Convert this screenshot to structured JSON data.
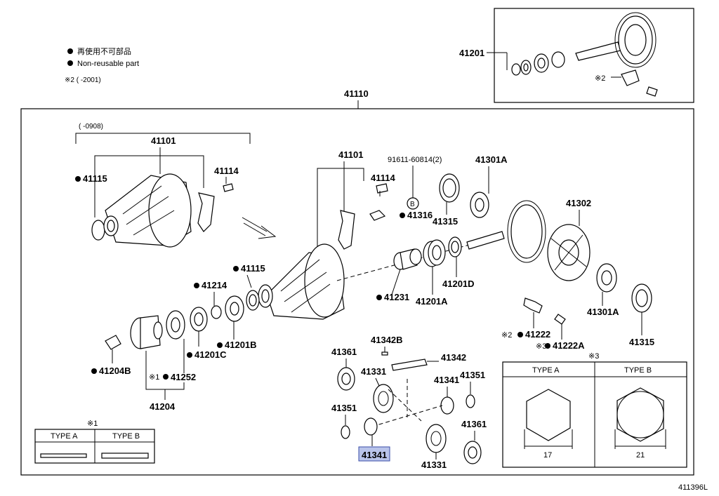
{
  "legend": {
    "jp": "再使用不可部品",
    "en": "Non-reusable part",
    "note2": "※2 (      -2001)"
  },
  "top_box": {
    "label": "41201",
    "note": "※2"
  },
  "main": {
    "label": "41110",
    "range_note": "(      -0908)"
  },
  "parts": {
    "p41101a": "41101",
    "p41115a": "41115",
    "p41114a": "41114",
    "p41101b": "41101",
    "p91611": "91611-60814(2)",
    "p41114b": "41114",
    "p41301A_a": "41301A",
    "p41316": "41316",
    "p41315a": "41315",
    "p41302": "41302",
    "p41115b": "41115",
    "p41214": "41214",
    "p41231": "41231",
    "p41201A": "41201A",
    "p41201D": "41201D",
    "p41301A_b": "41301A",
    "p41315b": "41315",
    "p41222": "41222",
    "p41222A": "41222A",
    "p41201B": "41201B",
    "p41201C": "41201C",
    "p41204B": "41204B",
    "p41252": "41252",
    "p41204": "41204",
    "p41342B": "41342B",
    "p41361a": "41361",
    "p41342": "41342",
    "p41331a": "41331",
    "p41341a": "41341",
    "p41351a": "41351",
    "p41351b": "41351",
    "p41361b": "41361",
    "p41341_hl": "41341",
    "p41331b": "41331"
  },
  "marks": {
    "circle_b": "B",
    "x1": "※1",
    "x2": "※2",
    "x3": "※3",
    "x1_top": "※1",
    "x3_top": "※3"
  },
  "type_table_1": {
    "col_a": "TYPE A",
    "col_b": "TYPE B"
  },
  "type_table_3": {
    "col_a": "TYPE A",
    "col_b": "TYPE B",
    "size_a": "17",
    "size_b": "21"
  },
  "footer_code": "411396L",
  "colors": {
    "highlight": "#b9c4ea",
    "line": "#000000"
  }
}
